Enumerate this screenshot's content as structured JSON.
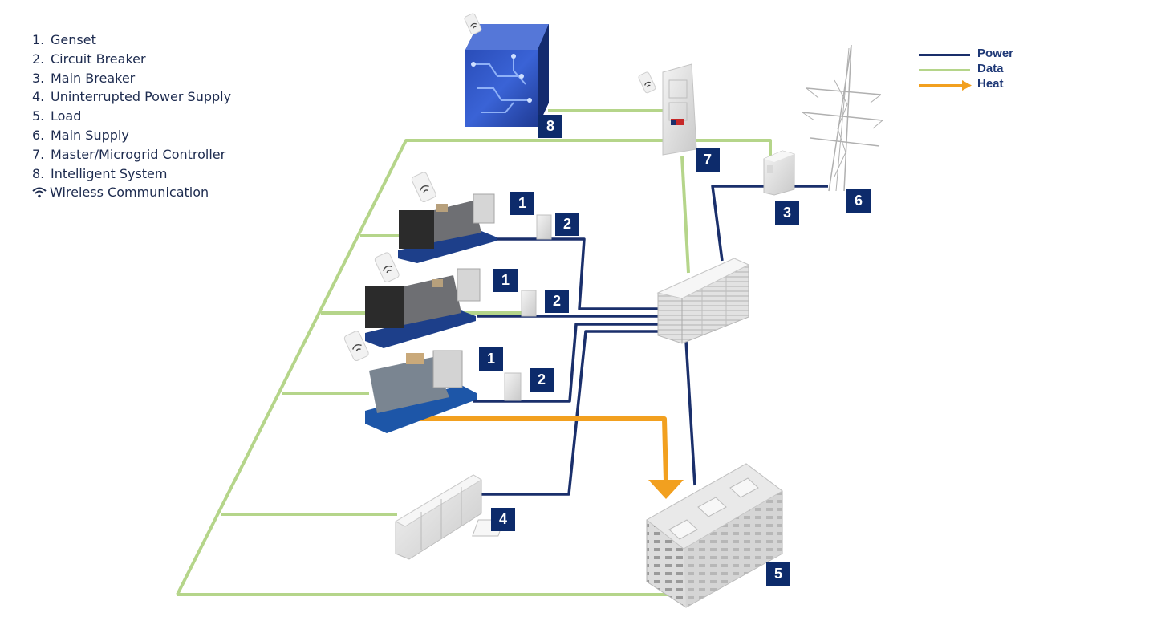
{
  "legend": {
    "items": [
      {
        "num": "1.",
        "label": "Genset"
      },
      {
        "num": "2.",
        "label": "Circuit Breaker"
      },
      {
        "num": "3.",
        "label": "Main Breaker"
      },
      {
        "num": "4.",
        "label": "Uninterrupted Power Supply"
      },
      {
        "num": "5.",
        "label": "Load"
      },
      {
        "num": "6.",
        "label": "Main Supply"
      },
      {
        "num": "7.",
        "label": "Master/Microgrid Controller"
      },
      {
        "num": "8.",
        "label": "Intelligent System"
      }
    ],
    "wireless_label": "Wireless Communication",
    "wireless_icon": "wifi-icon"
  },
  "line_legend": [
    {
      "label": "Power",
      "color": "#1a2f6b"
    },
    {
      "label": "Data",
      "color": "#b5d58a"
    },
    {
      "label": "Heat",
      "color": "#f2a01f"
    }
  ],
  "badges": {
    "b1a": "1",
    "b1b": "1",
    "b1c": "1",
    "b2a": "2",
    "b2b": "2",
    "b2c": "2",
    "b3": "3",
    "b4": "4",
    "b5": "5",
    "b6": "6",
    "b7": "7",
    "b8": "8"
  },
  "colors": {
    "power": "#1a2f6b",
    "data": "#b5d58a",
    "heat": "#f2a01f",
    "badge": "#0d2b6b"
  }
}
